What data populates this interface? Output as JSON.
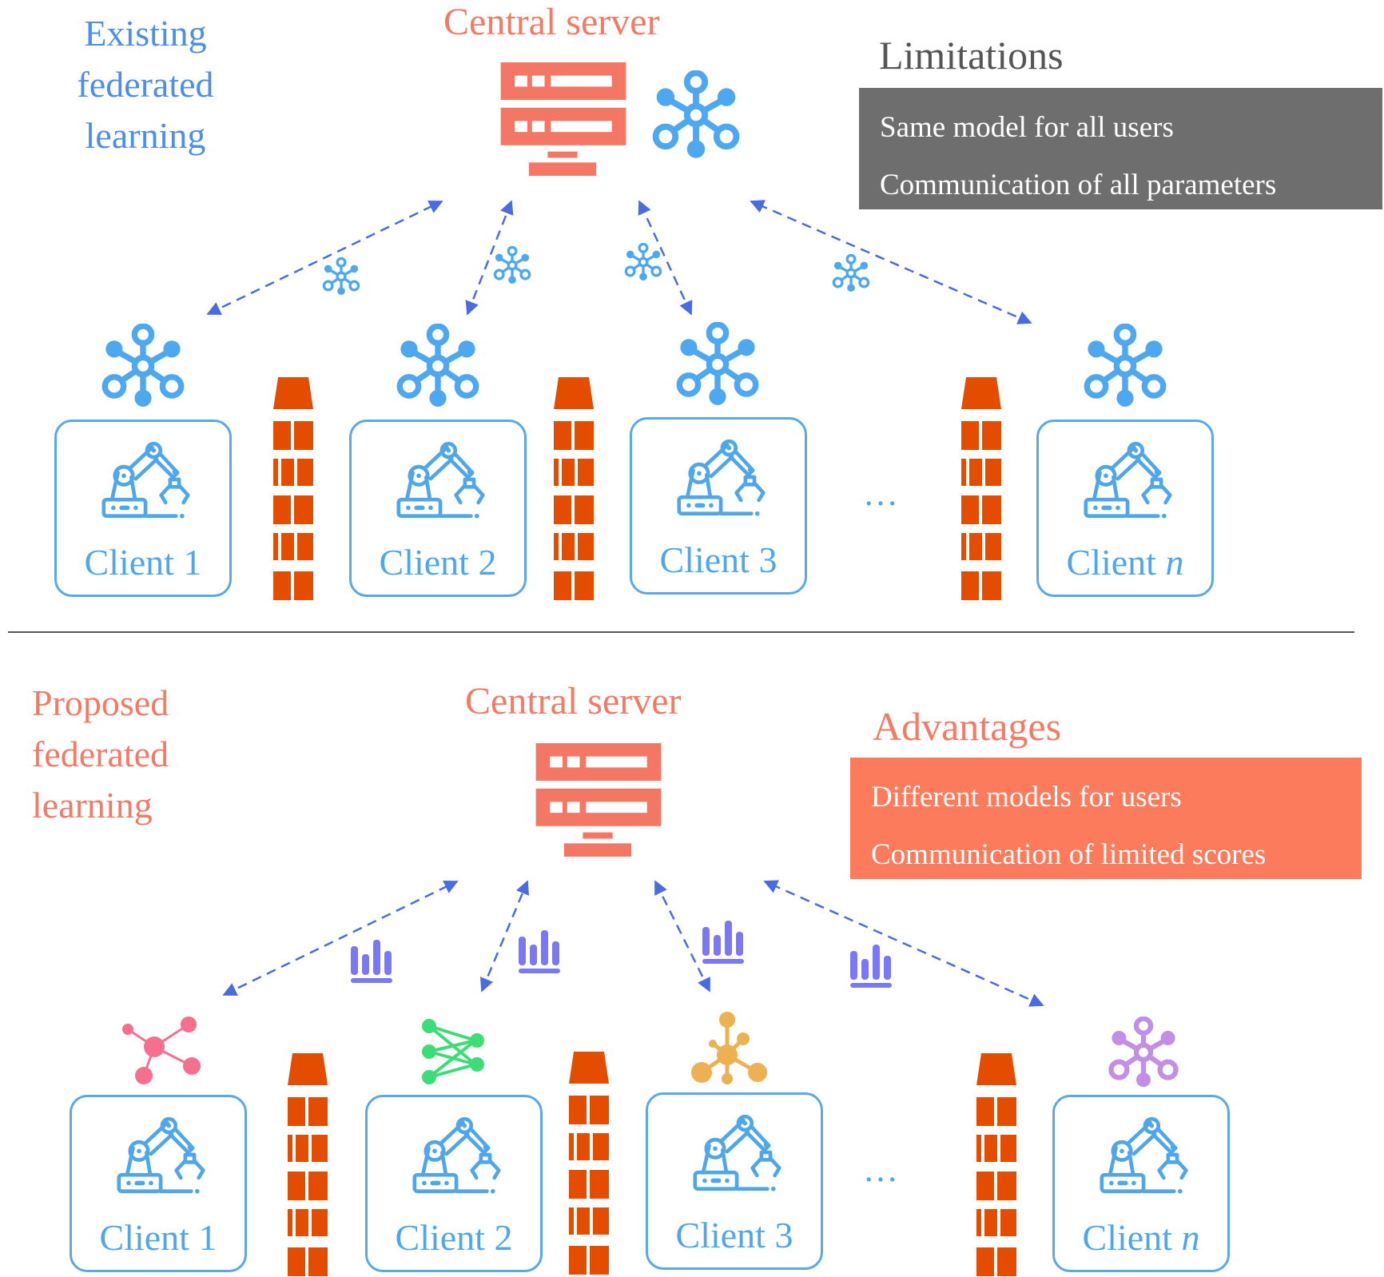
{
  "top_section": {
    "title_lines": [
      "Existing",
      "federated",
      "learning"
    ],
    "server_label": "Central server",
    "box_title": "Limitations",
    "box_items": [
      "Same model for all users",
      "Communication of all parameters"
    ],
    "clients": [
      {
        "label": "Client 1",
        "n_italic": false,
        "model_icon": "network-hub-icon"
      },
      {
        "label": "Client 2",
        "n_italic": false,
        "model_icon": "network-hub-icon"
      },
      {
        "label": "Client 3",
        "n_italic": false,
        "model_icon": "network-hub-icon"
      },
      {
        "label": "Client ",
        "suffix": "n",
        "n_italic": true,
        "model_icon": "network-hub-icon"
      }
    ],
    "transfer_icon": "network-hub-icon",
    "ellipsis": "…"
  },
  "bottom_section": {
    "title_lines": [
      "Proposed",
      "federated",
      "learning"
    ],
    "server_label": "Central server",
    "box_title": "Advantages",
    "box_items": [
      "Different models for users",
      "Communication of limited scores"
    ],
    "clients": [
      {
        "label": "Client 1",
        "model_icon": "scatter-network-icon",
        "model_color": "#f5708d"
      },
      {
        "label": "Client 2",
        "model_icon": "neural-net-icon",
        "model_color": "#3ddc78"
      },
      {
        "label": "Client 3",
        "model_icon": "molecule-icon",
        "model_color": "#edb052"
      },
      {
        "label": "Client ",
        "suffix": "n",
        "model_icon": "hub-outline-icon",
        "model_color": "#c28ee6"
      }
    ],
    "transfer_icon": "bar-chart-icon",
    "ellipsis": "…"
  },
  "colors": {
    "existing": "#4f8ee8",
    "proposed": "#f47a66",
    "server": "#f47766",
    "hub": "#4da8f0",
    "arrow": "#4b6be0",
    "score": "#7b78f7",
    "data_stack": "#e44c00",
    "limitations_bg": "#6e6e6e",
    "advantages_bg": "#fc7b5c"
  }
}
